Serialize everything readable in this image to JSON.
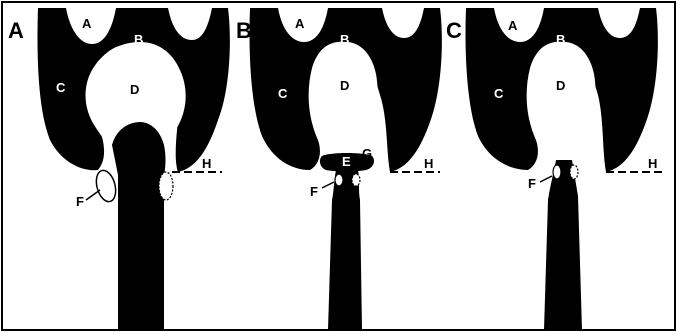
{
  "figure": {
    "panels": [
      {
        "id": "A",
        "panel_label": "A",
        "labels": {
          "A": "A",
          "B": "B",
          "C": "C",
          "D": "D",
          "F": "F",
          "H": "H"
        }
      },
      {
        "id": "B",
        "panel_label": "B",
        "labels": {
          "A": "A",
          "B": "B",
          "C": "C",
          "D": "D",
          "E": "E",
          "F": "F",
          "G": "G",
          "H": "H"
        }
      },
      {
        "id": "C",
        "panel_label": "C",
        "labels": {
          "A": "A",
          "B": "B",
          "C": "C",
          "D": "D",
          "F": "F",
          "H": "H"
        }
      }
    ],
    "colors": {
      "ink": "#000000",
      "paper": "#ffffff"
    }
  }
}
